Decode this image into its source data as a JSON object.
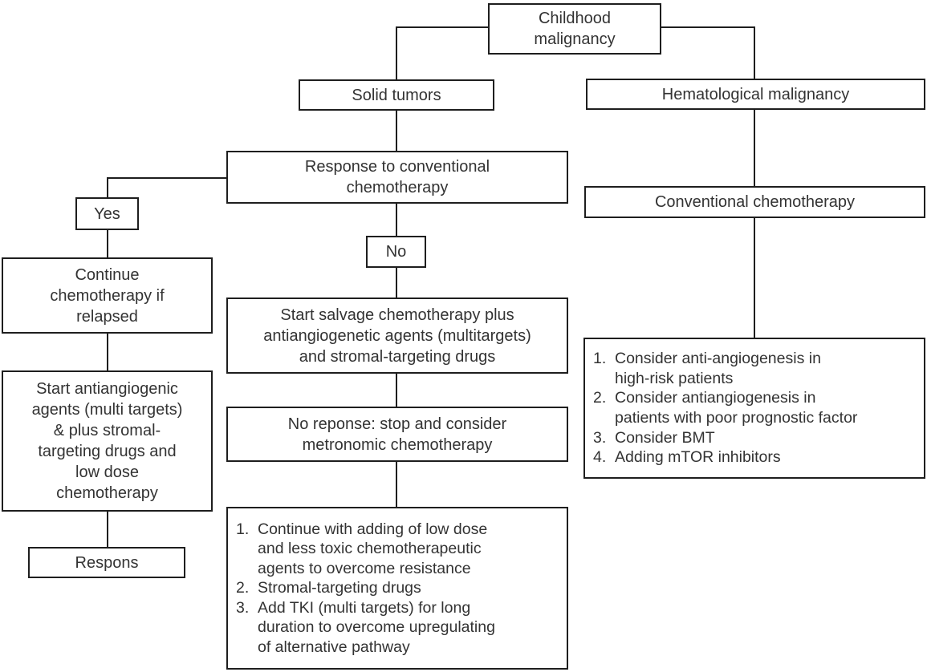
{
  "diagram": {
    "colors": {
      "background": "#ffffff",
      "line": "#1e1e1e",
      "text": "#333333"
    },
    "nodes": {
      "childhood": {
        "label": "Childhood\nmalignancy"
      },
      "solid_tumors": {
        "label": "Solid tumors"
      },
      "hematological": {
        "label": "Hematological malignancy"
      },
      "response_conventional": {
        "label": "Response to conventional\nchemotherapy"
      },
      "conventional_chemo": {
        "label": "Conventional chemotherapy"
      },
      "yes": {
        "label": "Yes"
      },
      "no": {
        "label": "No"
      },
      "continue_chemo": {
        "label": "Continue\nchemotherapy if\nrelapsed"
      },
      "start_antiangiogenic": {
        "label": "Start antiangiogenic\nagents (multi targets)\n& plus stromal-\ntargeting drugs and\nlow dose\nchemotherapy"
      },
      "respons": {
        "label": "Respons"
      },
      "start_salvage": {
        "label": "Start salvage chemotherapy plus\nantiangiogenetic agents (multitargets)\nand stromal-targeting drugs"
      },
      "no_response": {
        "label": "No reponse: stop and consider\nmetronomic chemotherapy"
      },
      "middle_list": {
        "items": [
          {
            "num": "1.",
            "text": "Continue with adding of low dose\nand less toxic chemotherapeutic\nagents to overcome resistance"
          },
          {
            "num": "2.",
            "text": "Stromal-targeting drugs"
          },
          {
            "num": "3.",
            "text": "Add TKI (multi targets) for long\nduration to overcome upregulating\nof alternative pathway"
          }
        ]
      },
      "hema_list": {
        "items": [
          {
            "num": "1.",
            "text": "Consider anti-angiogenesis in\nhigh-risk patients"
          },
          {
            "num": "2.",
            "text": "Consider antiangiogenesis in\npatients with poor prognostic factor"
          },
          {
            "num": "3.",
            "text": "Consider BMT"
          },
          {
            "num": "4.",
            "text": "Adding mTOR inhibitors"
          }
        ]
      }
    }
  }
}
